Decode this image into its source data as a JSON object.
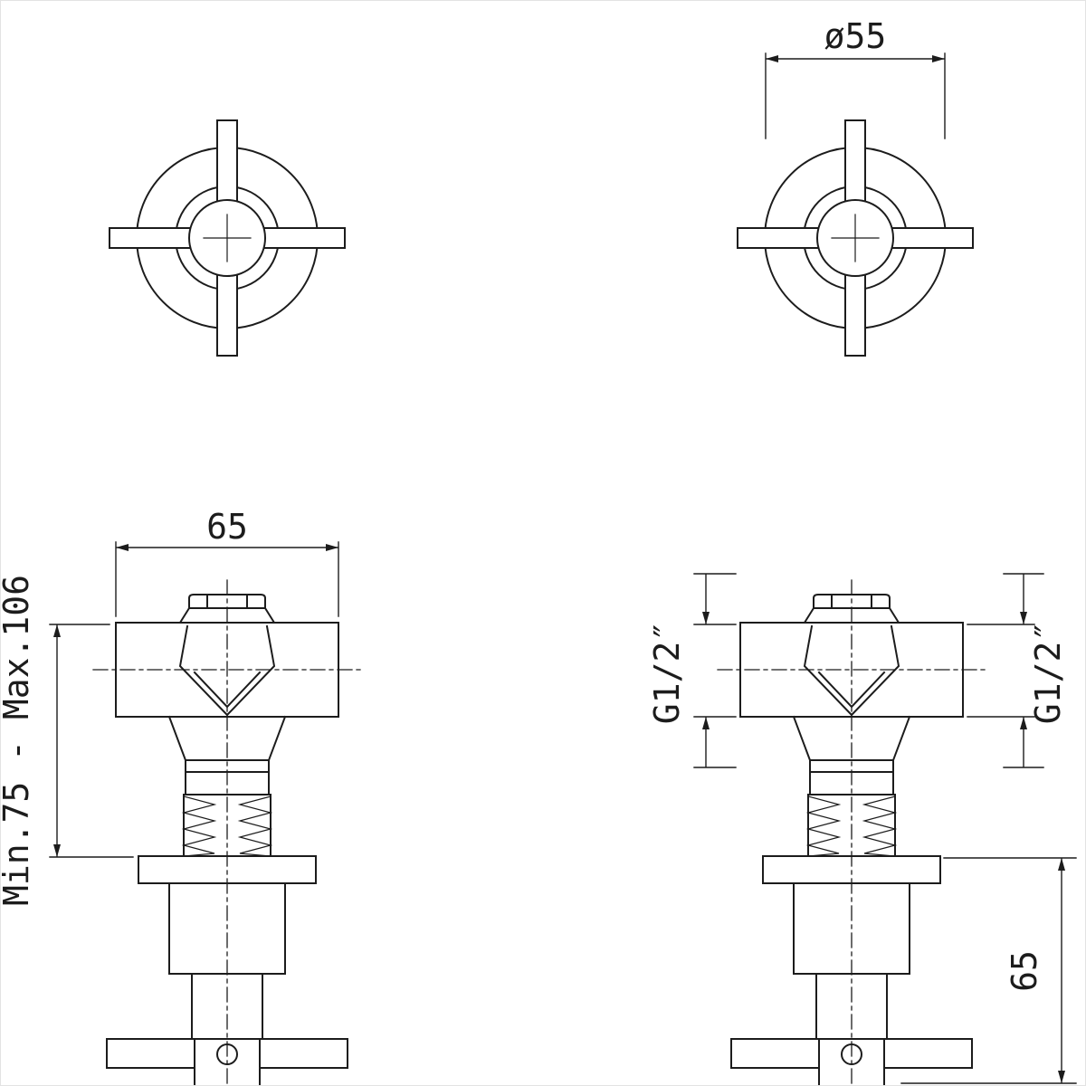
{
  "colors": {
    "background": "#ffffff",
    "line": "#1c1c1c"
  },
  "dimensions": {
    "handle_diameter": "ø55",
    "body_width": "65",
    "installation_depth": "Min.75 - Max.106",
    "thread_size_left": "G1/2″",
    "thread_size_right": "G1/2″",
    "handle_height": "65"
  }
}
